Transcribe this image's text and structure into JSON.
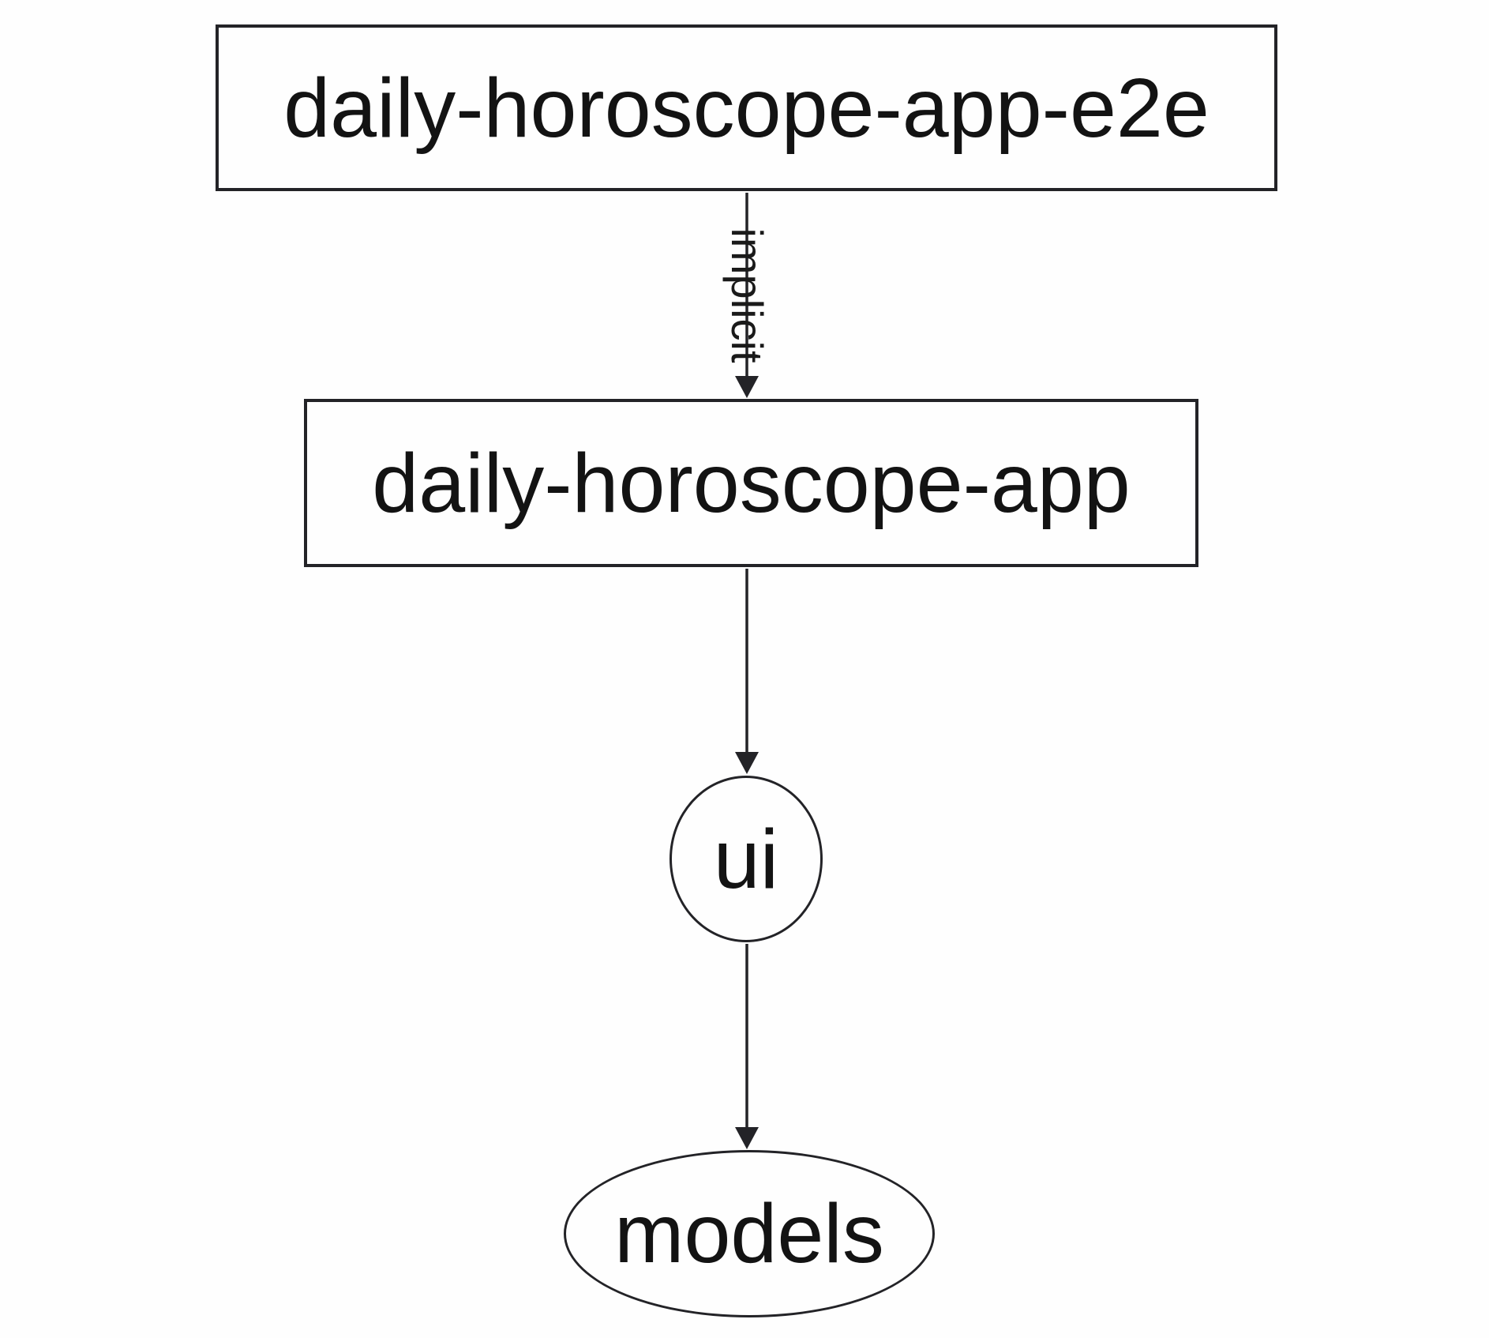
{
  "diagram": {
    "type": "dependency-graph",
    "background": "#fefefe",
    "stroke_color": "#232327",
    "text_color": "#131313",
    "nodes": [
      {
        "id": "daily-horoscope-app-e2e",
        "label": "daily-horoscope-app-e2e",
        "shape": "rectangle"
      },
      {
        "id": "daily-horoscope-app",
        "label": "daily-horoscope-app",
        "shape": "rectangle"
      },
      {
        "id": "ui",
        "label": "ui",
        "shape": "ellipse"
      },
      {
        "id": "models",
        "label": "models",
        "shape": "ellipse"
      }
    ],
    "edges": [
      {
        "from": "daily-horoscope-app-e2e",
        "to": "daily-horoscope-app",
        "label": "implicit",
        "direction": "down"
      },
      {
        "from": "daily-horoscope-app",
        "to": "ui",
        "label": "",
        "direction": "down"
      },
      {
        "from": "ui",
        "to": "models",
        "label": "",
        "direction": "down"
      }
    ]
  }
}
